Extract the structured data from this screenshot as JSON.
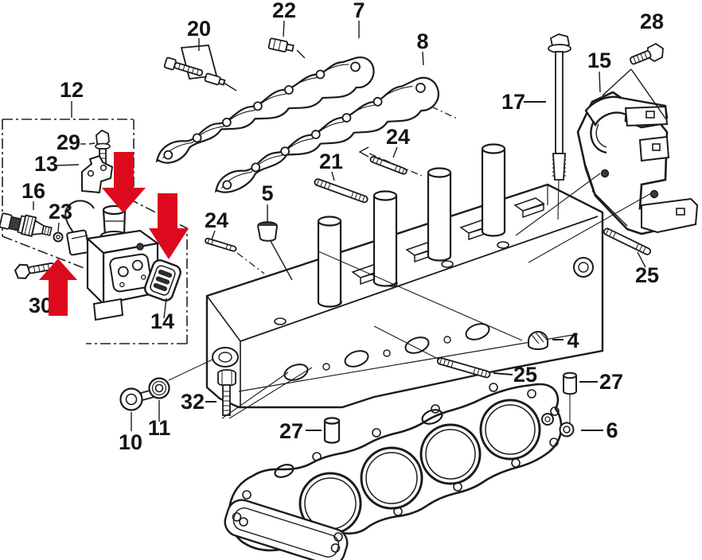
{
  "diagram": {
    "kind": "engine-cylinder-head-exploded-parts-diagram",
    "background_color": "#ffffff",
    "line_color": "#1b1b1b",
    "label_color": "#141414",
    "highlight_arrow_color": "#dc0a1c",
    "highlight_arrows": [
      {
        "direction": "down"
      },
      {
        "direction": "down"
      },
      {
        "direction": "up"
      }
    ],
    "labels": [
      {
        "text": "20"
      },
      {
        "text": "22"
      },
      {
        "text": "7"
      },
      {
        "text": "8"
      },
      {
        "text": "28"
      },
      {
        "text": "15"
      },
      {
        "text": "17"
      },
      {
        "text": "12"
      },
      {
        "text": "29"
      },
      {
        "text": "13"
      },
      {
        "text": "16"
      },
      {
        "text": "23"
      },
      {
        "text": "21"
      },
      {
        "text": "24"
      },
      {
        "text": "5"
      },
      {
        "text": "24"
      },
      {
        "text": "30"
      },
      {
        "text": "14"
      },
      {
        "text": "25"
      },
      {
        "text": "4"
      },
      {
        "text": "25"
      },
      {
        "text": "27"
      },
      {
        "text": "6"
      },
      {
        "text": "32"
      },
      {
        "text": "11"
      },
      {
        "text": "10"
      },
      {
        "text": "27"
      }
    ],
    "part_numbers_visible": [
      "4",
      "5",
      "6",
      "7",
      "8",
      "10",
      "11",
      "12",
      "13",
      "14",
      "15",
      "16",
      "17",
      "20",
      "21",
      "22",
      "23",
      "24",
      "25",
      "27",
      "28",
      "29",
      "30",
      "32"
    ]
  }
}
